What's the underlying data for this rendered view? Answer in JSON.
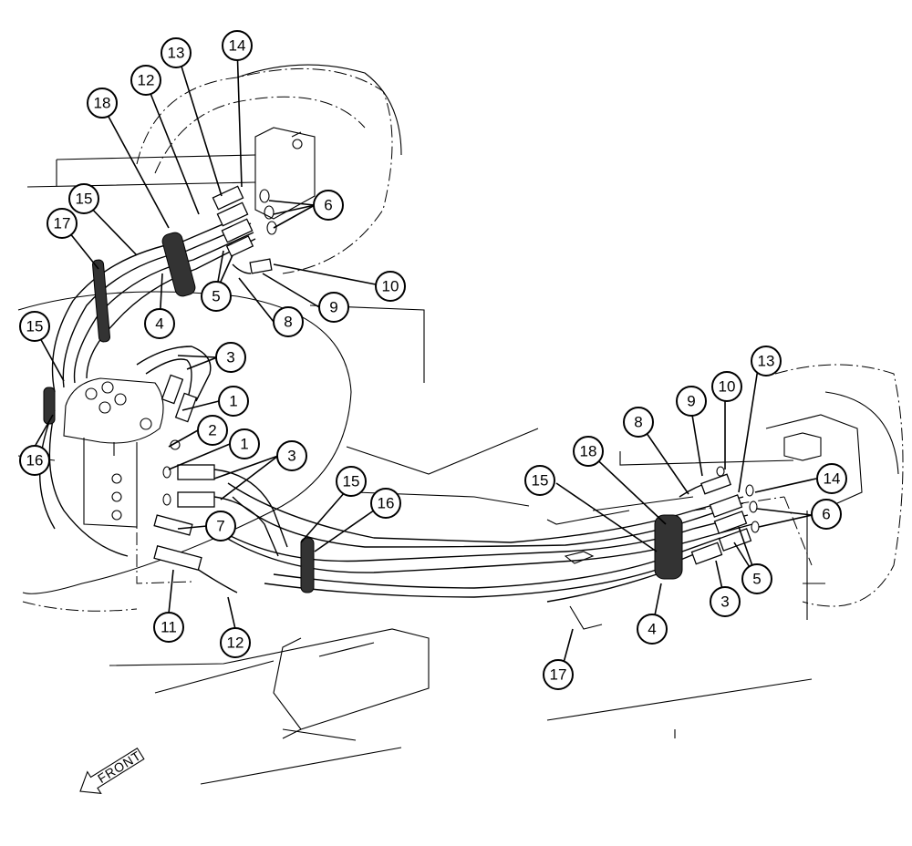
{
  "callouts": [
    "1",
    "2",
    "3",
    "4",
    "5",
    "6",
    "7",
    "8",
    "9",
    "10",
    "11",
    "12",
    "13",
    "14",
    "15",
    "16",
    "17",
    "18"
  ],
  "front_label": "FRONT"
}
